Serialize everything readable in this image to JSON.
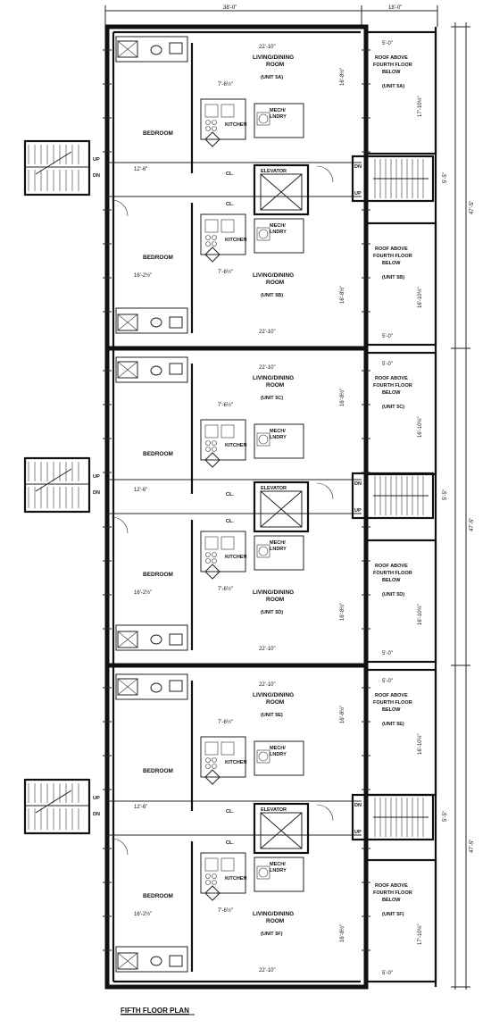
{
  "plan": {
    "title": "FIFTH FLOOR PLAN",
    "overall_width": "38'-0\"",
    "right_width": "18'-0\"",
    "right_dims": [
      "47'-5\"",
      "47'-5\"",
      "47'-5\""
    ],
    "units": [
      {
        "unit": "(UNIT 5A)",
        "bedroom": "BEDROOM",
        "living": [
          "LIVING/DINING",
          "ROOM"
        ],
        "kitchen": "KITCHEN",
        "mech": [
          "MECH/",
          "LNDRY"
        ],
        "roof": [
          "ROOF ABOVE",
          "FOURTH FLOOR",
          "BELOW"
        ],
        "roof_unit": "(UNIT 5A)",
        "cl": "CL.",
        "dim_living": "22'-10\"",
        "dim_kitchen": "7'-6½\"",
        "dim_bedroom": "12'-6\"",
        "dim_roof": "5'-0\"",
        "dim_liv_v": "16'-8½\"",
        "dim_roof_v": "17'-10½\""
      },
      {
        "unit": "(UNIT 5B)",
        "bedroom": "BEDROOM",
        "living": [
          "LIVING/DINING",
          "ROOM"
        ],
        "kitchen": "KITCHEN",
        "mech": [
          "MECH/",
          "LNDRY"
        ],
        "roof": [
          "ROOF ABOVE",
          "FOURTH FLOOR",
          "BELOW"
        ],
        "roof_unit": "(UNIT 5B)",
        "cl": "CL.",
        "dim_living": "22'-10\"",
        "dim_kitchen": "7'-6½\"",
        "dim_bedroom": "16'-2½\"",
        "dim_roof": "5'-0\"",
        "dim_liv_v": "16'-8½\"",
        "dim_roof_v": "16'-10½\""
      },
      {
        "unit": "(UNIT 5C)",
        "bedroom": "BEDROOM",
        "living": [
          "LIVING/DINING",
          "ROOM"
        ],
        "kitchen": "KITCHEN",
        "mech": [
          "MECH/",
          "LNDRY"
        ],
        "roof": [
          "ROOF ABOVE",
          "FOURTH FLOOR",
          "BELOW"
        ],
        "roof_unit": "(UNIT 5C)",
        "cl": "CL.",
        "dim_living": "22'-10\"",
        "dim_kitchen": "7'-6½\"",
        "dim_bedroom": "12'-6\"",
        "dim_roof": "5'-0\"",
        "dim_liv_v": "16'-8½\"",
        "dim_roof_v": "16'-10½\""
      },
      {
        "unit": "(UNIT 5D)",
        "bedroom": "BEDROOM",
        "living": [
          "LIVING/DINING",
          "ROOM"
        ],
        "kitchen": "KITCHEN",
        "mech": [
          "MECH/",
          "LNDRY"
        ],
        "roof": [
          "ROOF ABOVE",
          "FOURTH FLOOR",
          "BELOW"
        ],
        "roof_unit": "(UNIT 5D)",
        "cl": "CL.",
        "dim_living": "22'-10\"",
        "dim_kitchen": "7'-6½\"",
        "dim_bedroom": "16'-2½\"",
        "dim_roof": "5'-0\"",
        "dim_liv_v": "16'-8½\"",
        "dim_roof_v": "16'-10½\""
      },
      {
        "unit": "(UNIT 5E)",
        "bedroom": "BEDROOM",
        "living": [
          "LIVING/DINING",
          "ROOM"
        ],
        "kitchen": "KITCHEN",
        "mech": [
          "MECH/",
          "LNDRY"
        ],
        "roof": [
          "ROOF ABOVE",
          "FOURTH FLOOR",
          "BELOW"
        ],
        "roof_unit": "(UNIT 5E)",
        "cl": "CL.",
        "dim_living": "22'-10\"",
        "dim_kitchen": "7'-6½\"",
        "dim_bedroom": "12'-6\"",
        "dim_roof": "5'-0\"",
        "dim_liv_v": "16'-8½\"",
        "dim_roof_v": "16'-10½\""
      },
      {
        "unit": "(UNIT 5F)",
        "bedroom": "BEDROOM",
        "living": [
          "LIVING/DINING",
          "ROOM"
        ],
        "kitchen": "KITCHEN",
        "mech": [
          "MECH/",
          "LNDRY"
        ],
        "roof": [
          "ROOF ABOVE",
          "FOURTH FLOOR",
          "BELOW"
        ],
        "roof_unit": "(UNIT 5F)",
        "cl": "CL.",
        "dim_living": "22'-10\"",
        "dim_kitchen": "7'-6½\"",
        "dim_bedroom": "16'-2½\"",
        "dim_roof": "5'-0\"",
        "dim_liv_v": "16'-8½\"",
        "dim_roof_v": "17'-10½\""
      }
    ],
    "cores": [
      {
        "elevator": "ELEVATOR",
        "up": "UP",
        "dn": "DN",
        "dim_right": "5'-5\""
      },
      {
        "elevator": "ELEVATOR",
        "up": "UP",
        "dn": "DN",
        "dim_right": "5'-5\""
      },
      {
        "elevator": "ELEVATOR",
        "up": "UP",
        "dn": "DN",
        "dim_right": "5'-5\""
      }
    ]
  }
}
